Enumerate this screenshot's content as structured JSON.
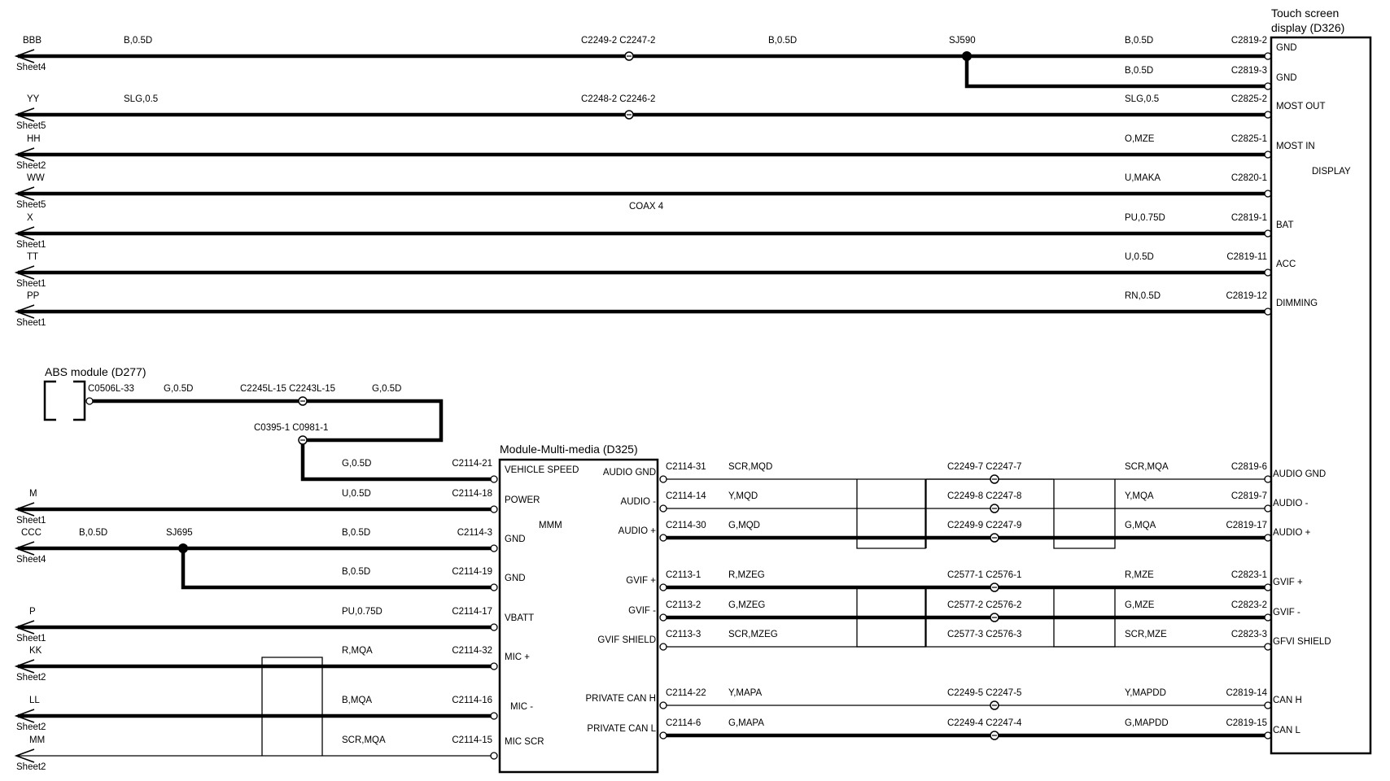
{
  "touch_screen": {
    "title_line1": "Touch screen",
    "title_line2": "display (D326)",
    "display_label": "DISPLAY"
  },
  "mmm": {
    "title": "Module-Multi-media (D325)",
    "center_label": "MMM"
  },
  "abs": {
    "title": "ABS module (D277)"
  },
  "top_wires": [
    {
      "left_label": "BBB",
      "sheet": "Sheet4",
      "gauge_left": "B,0.5D",
      "inline": "C2249-2 C2247-2",
      "gauge_mid": "B,0.5D",
      "splice": "SJ590",
      "gauge_right": "B,0.5D",
      "connector": "C2819-2",
      "pin": "GND"
    },
    {
      "gauge_right": "B,0.5D",
      "connector": "C2819-3",
      "pin": "GND"
    },
    {
      "left_label": "YY",
      "sheet": "Sheet5",
      "gauge_left": "SLG,0.5",
      "inline": "C2248-2 C2246-2",
      "gauge_right": "SLG,0.5",
      "connector": "C2825-2",
      "pin": "MOST OUT"
    },
    {
      "left_label": "HH",
      "sheet": "Sheet2",
      "gauge_right": "O,MZE",
      "connector": "C2825-1",
      "pin": "MOST IN"
    },
    {
      "left_label": "WW",
      "sheet": "Sheet5",
      "gauge_right": "U,MAKA",
      "connector": "C2820-1",
      "coax": "COAX 4"
    },
    {
      "left_label": "X",
      "sheet": "Sheet1",
      "gauge_right": "PU,0.75D",
      "connector": "C2819-1",
      "pin": "BAT"
    },
    {
      "left_label": "TT",
      "sheet": "Sheet1",
      "gauge_right": "U,0.5D",
      "connector": "C2819-11",
      "pin": "ACC"
    },
    {
      "left_label": "PP",
      "sheet": "Sheet1",
      "gauge_right": "RN,0.5D",
      "connector": "C2819-12",
      "pin": "DIMMING"
    }
  ],
  "abs_wire": {
    "connector": "C0506L-33",
    "gauge1": "G,0.5D",
    "inline1": "C2245L-15 C2243L-15",
    "gauge2": "G,0.5D",
    "inline2": "C0395-1 C0981-1"
  },
  "mmm_left": [
    {
      "gauge": "G,0.5D",
      "connector": "C2114-21",
      "pin": "VEHICLE SPEED"
    },
    {
      "left_label": "M",
      "sheet": "Sheet1",
      "gauge": "U,0.5D",
      "connector": "C2114-18",
      "pin": "POWER"
    },
    {
      "left_label": "CCC",
      "sheet": "Sheet4",
      "gauge_left": "B,0.5D",
      "splice": "SJ695",
      "gauge": "B,0.5D",
      "connector": "C2114-3",
      "pin": "GND"
    },
    {
      "gauge": "B,0.5D",
      "connector": "C2114-19",
      "pin": "GND"
    },
    {
      "left_label": "P",
      "sheet": "Sheet1",
      "gauge": "PU,0.75D",
      "connector": "C2114-17",
      "pin": "VBATT"
    },
    {
      "left_label": "KK",
      "sheet": "Sheet2",
      "gauge": "R,MQA",
      "connector": "C2114-32",
      "pin": "MIC +"
    },
    {
      "left_label": "LL",
      "sheet": "Sheet2",
      "gauge": "B,MQA",
      "connector": "C2114-16",
      "pin": "MIC -"
    },
    {
      "left_label": "MM",
      "sheet": "Sheet2",
      "gauge": "SCR,MQA",
      "connector": "C2114-15",
      "pin": "MIC SCR"
    }
  ],
  "mmm_right": [
    {
      "pin": "AUDIO GND",
      "connector": "C2114-31",
      "gauge": "SCR,MQD",
      "inline": "C2249-7 C2247-7",
      "gauge_right": "SCR,MQA",
      "connector_right": "C2819-6",
      "pin_right": "AUDIO GND"
    },
    {
      "pin": "AUDIO -",
      "connector": "C2114-14",
      "gauge": "Y,MQD",
      "inline": "C2249-8 C2247-8",
      "gauge_right": "Y,MQA",
      "connector_right": "C2819-7",
      "pin_right": "AUDIO -"
    },
    {
      "pin": "AUDIO +",
      "connector": "C2114-30",
      "gauge": "G,MQD",
      "inline": "C2249-9 C2247-9",
      "gauge_right": "G,MQA",
      "connector_right": "C2819-17",
      "pin_right": "AUDIO +"
    },
    {
      "pin": "GVIF +",
      "connector": "C2113-1",
      "gauge": "R,MZEG",
      "inline": "C2577-1 C2576-1",
      "gauge_right": "R,MZE",
      "connector_right": "C2823-1",
      "pin_right": "GVIF +"
    },
    {
      "pin": "GVIF -",
      "connector": "C2113-2",
      "gauge": "G,MZEG",
      "inline": "C2577-2 C2576-2",
      "gauge_right": "G,MZE",
      "connector_right": "C2823-2",
      "pin_right": "GVIF -"
    },
    {
      "pin": "GVIF SHIELD",
      "connector": "C2113-3",
      "gauge": "SCR,MZEG",
      "inline": "C2577-3 C2576-3",
      "gauge_right": "SCR,MZE",
      "connector_right": "C2823-3",
      "pin_right": "GFVI SHIELD"
    },
    {
      "pin": "PRIVATE CAN H",
      "connector": "C2114-22",
      "gauge": "Y,MAPA",
      "inline": "C2249-5 C2247-5",
      "gauge_right": "Y,MAPDD",
      "connector_right": "C2819-14",
      "pin_right": "CAN H"
    },
    {
      "pin": "PRIVATE CAN L",
      "connector": "C2114-6",
      "gauge": "G,MAPA",
      "inline": "C2249-4 C2247-4",
      "gauge_right": "G,MAPDD",
      "connector_right": "C2819-15",
      "pin_right": "CAN L"
    }
  ]
}
